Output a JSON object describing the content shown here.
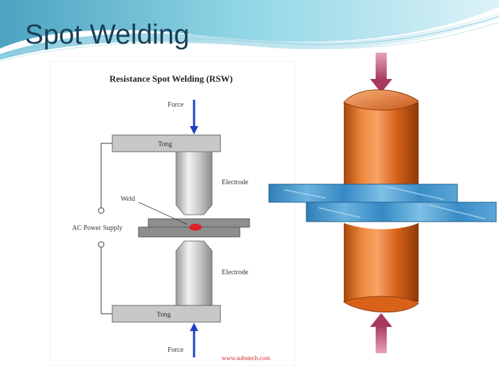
{
  "slide": {
    "title": "Spot Welding"
  },
  "rsw_diagram": {
    "title": "Resistance Spot Welding (RSW)",
    "force_top": "Force",
    "force_bottom": "Force",
    "tong_top": "Tong",
    "tong_bottom": "Tong",
    "electrode_top": "Electrode",
    "electrode_bottom": "Electrode",
    "weld": "Weld",
    "power_supply": "AC Power Supply",
    "source": "www.substech.com"
  },
  "colors": {
    "title_text": "#1a3f57",
    "header_teal": "#3fa7c4",
    "tong_gray": "#c8c8c8",
    "force_arrow_blue": "#1c3fc4",
    "weld_red": "#e0202a",
    "copper_electrode": "#e26a1c",
    "steel_sheet_blue": "#3b8fc8",
    "pressure_arrow_pink": "#b04466",
    "source_text_red": "#d42a2a"
  }
}
